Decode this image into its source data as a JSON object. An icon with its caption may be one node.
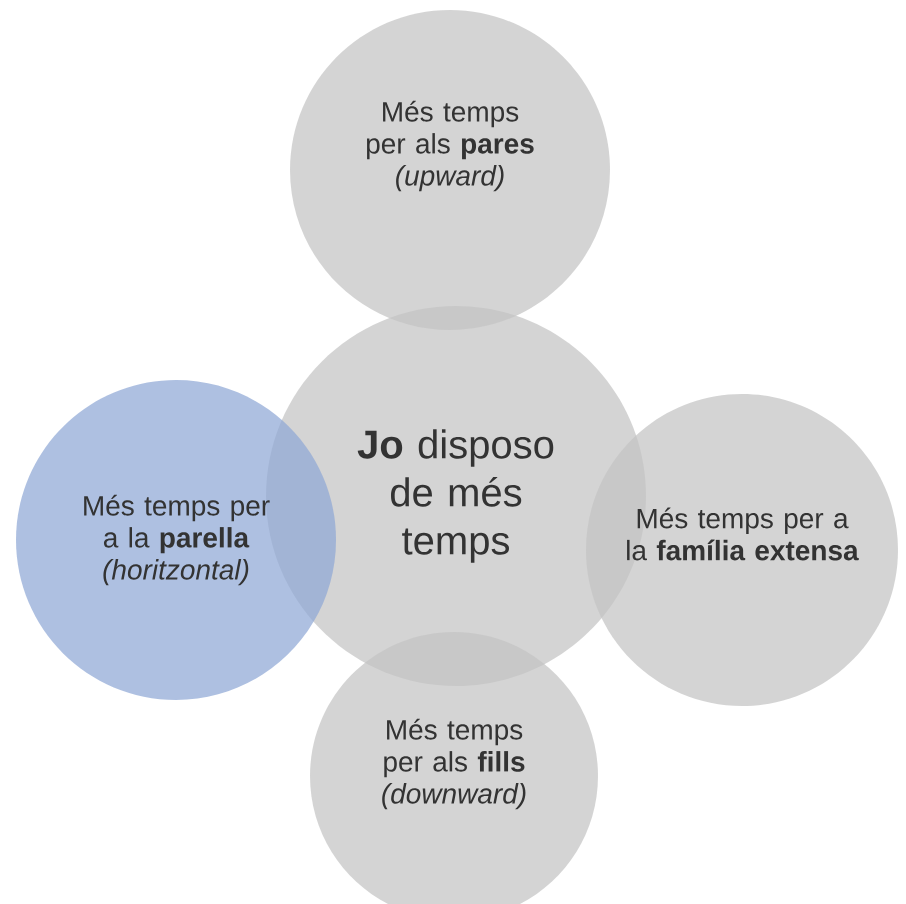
{
  "diagram": {
    "nodes": [
      {
        "text": [
          "Més temps per als **pares**",
          "(upward)"
        ]
      },
      {
        "text": [
          "Més temps per a la **parella**",
          "(horitzontal)"
        ]
      },
      {
        "text": [
          "**Jo** disposo de més temps"
        ]
      },
      {
        "text": [
          "Més temps per a la **família extensa**"
        ]
      },
      {
        "text": [
          "Més temps per als **fills**",
          "(downward)"
        ]
      }
    ]
  }
}
